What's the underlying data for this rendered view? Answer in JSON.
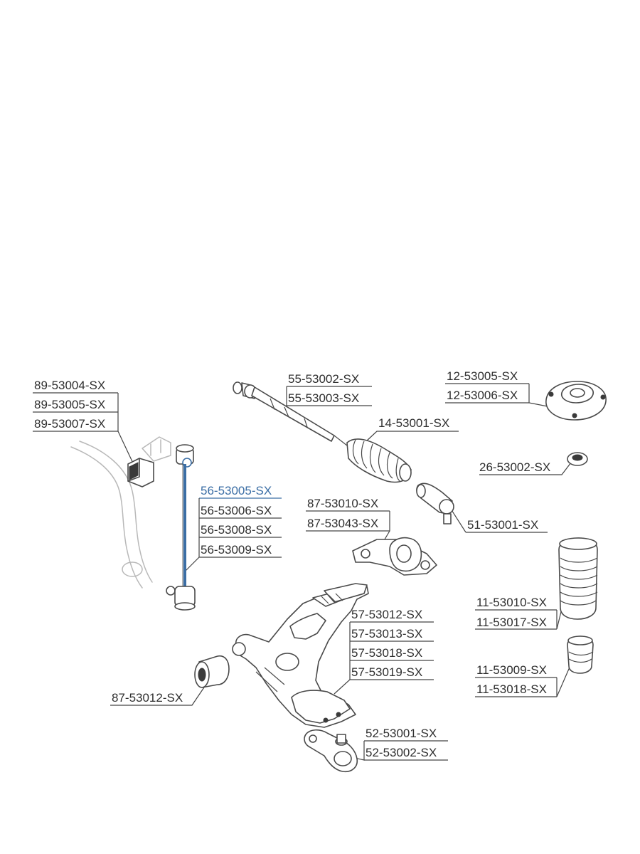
{
  "highlight_color": "#3b6ea5",
  "labels": {
    "l89_53004": "89-53004-SX",
    "l89_53005": "89-53005-SX",
    "l89_53007": "89-53007-SX",
    "l55_53002": "55-53002-SX",
    "l55_53003": "55-53003-SX",
    "l12_53005": "12-53005-SX",
    "l12_53006": "12-53006-SX",
    "l14_53001": "14-53001-SX",
    "l26_53002": "26-53002-SX",
    "l56_53005": "56-53005-SX",
    "l56_53006": "56-53006-SX",
    "l56_53008": "56-53008-SX",
    "l56_53009": "56-53009-SX",
    "l87_53010": "87-53010-SX",
    "l87_53043": "87-53043-SX",
    "l51_53001": "51-53001-SX",
    "l57_53012": "57-53012-SX",
    "l57_53013": "57-53013-SX",
    "l57_53018": "57-53018-SX",
    "l57_53019": "57-53019-SX",
    "l11_53010": "11-53010-SX",
    "l11_53017": "11-53017-SX",
    "l11_53009": "11-53009-SX",
    "l11_53018": "11-53018-SX",
    "l87_53012": "87-53012-SX",
    "l52_53001": "52-53001-SX",
    "l52_53002": "52-53002-SX"
  }
}
